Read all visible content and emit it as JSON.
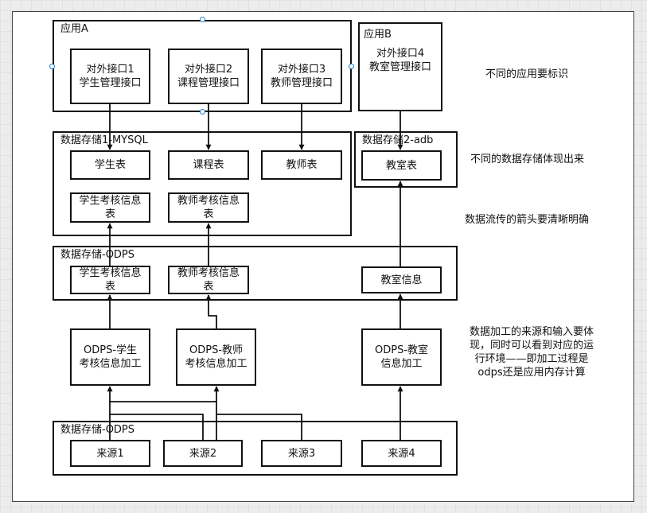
{
  "app_a": {
    "title": "应用A",
    "apis": [
      {
        "line1": "对外接口1",
        "line2": "学生管理接口"
      },
      {
        "line1": "对外接口2",
        "line2": "课程管理接口"
      },
      {
        "line1": "对外接口3",
        "line2": "教师管理接口"
      }
    ]
  },
  "app_b": {
    "title": "应用B",
    "api": {
      "line1": "对外接口4",
      "line2": "教室管理接口"
    }
  },
  "mysql_store": {
    "title": "数据存储1-MYSQL",
    "tables": [
      "学生表",
      "课程表",
      "教师表"
    ],
    "eval_tables": [
      {
        "line1": "学生考核信息",
        "line2": "表"
      },
      {
        "line1": "教师考核信息",
        "line2": "表"
      }
    ]
  },
  "adb_store": {
    "title": "数据存储2-adb",
    "table": "教室表"
  },
  "odps_store": {
    "title": "数据存储-ODPS",
    "eval_tables": [
      {
        "line1": "学生考核信息",
        "line2": "表"
      },
      {
        "line1": "教师考核信息",
        "line2": "表"
      }
    ],
    "room_info": "教室信息"
  },
  "jobs": [
    {
      "line1": "ODPS-学生",
      "line2": "考核信息加工"
    },
    {
      "line1": "ODPS-教师",
      "line2": "考核信息加工"
    },
    {
      "line1": "ODPS-教室",
      "line2": "信息加工"
    }
  ],
  "source_store": {
    "title": "数据存储-ODPS",
    "sources": [
      "来源1",
      "来源2",
      "来源3",
      "来源4"
    ]
  },
  "notes": {
    "app_note": "不同的应用要标识",
    "storage_note": "不同的数据存储体现出来",
    "arrow_note": "数据流传的箭头要清晰明确",
    "process_note": [
      "数据加工的来源和输入要体",
      "现，同时可以看到对应的运",
      "行环境——即加工过程是",
      "odps还是应用内存计算"
    ]
  },
  "colors": {
    "stroke": "#111111",
    "selection_handle": "#1f7fd6",
    "page_border": "#444444",
    "canvas_bg": "#ececec"
  }
}
